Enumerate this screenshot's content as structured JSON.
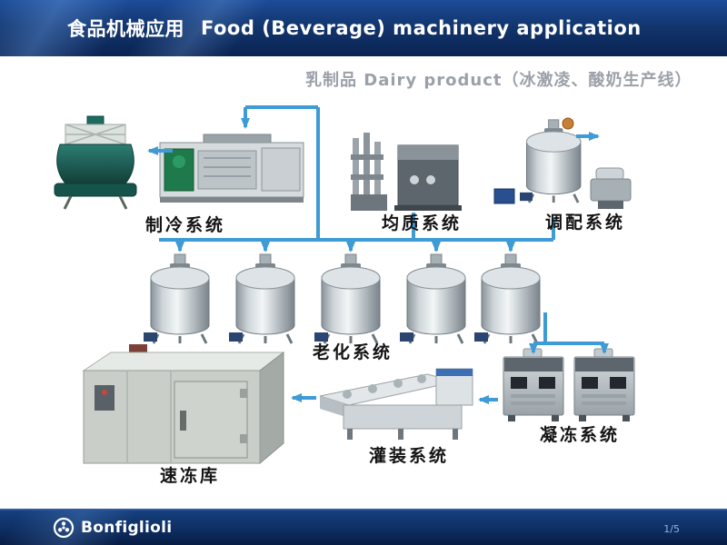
{
  "header": {
    "title_zh": "食品机械应用",
    "title_en": "Food (Beverage) machinery application"
  },
  "subtitle": "乳制品 Dairy product（冰激凌、酸奶生产线）",
  "diagram": {
    "labels": {
      "cooling_system": "制冷系统",
      "homogenizing_system": "均质系统",
      "blending_system": "调配系统",
      "aging_system": "老化系统",
      "quick_freezing_room": "速冻库",
      "filling_system": "灌装系统",
      "freezing_system": "凝冻系统"
    }
  },
  "colors": {
    "header_background": "#12366f",
    "arrow_blue": "#3e9bd5",
    "title_text": "#ffffff",
    "subtitle_gray": "#9ba1a9"
  },
  "footer": {
    "brand": "Bonfiglioli",
    "logo_icon": "bonfiglioli-circle-icon",
    "page": "1/5"
  }
}
